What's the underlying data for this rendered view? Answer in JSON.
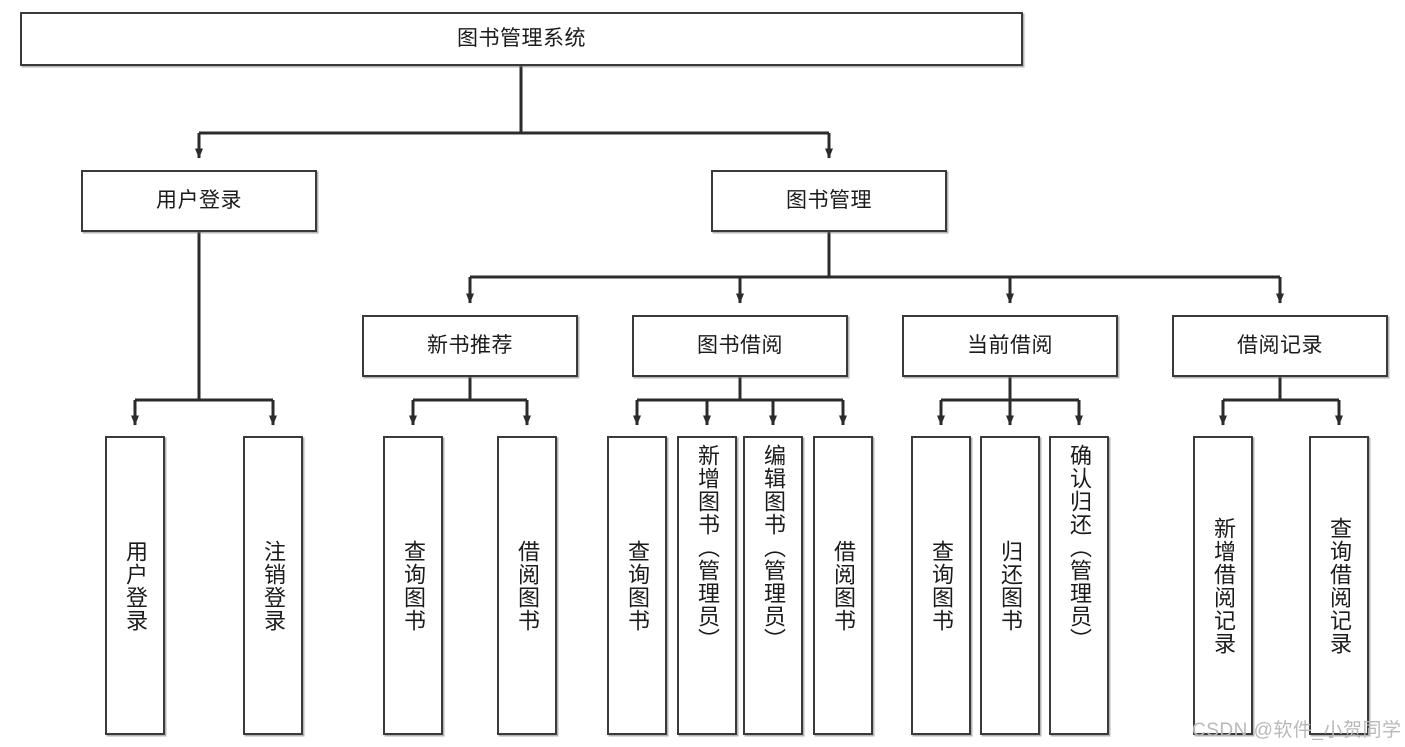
{
  "diagram": {
    "title": "图书管理系统",
    "type": "tree-hierarchy",
    "orientation": "top-down",
    "colors": {
      "box_border": "#3a3a3a",
      "box_fill": "#ffffff",
      "edge": "#2b2b2b",
      "text": "#1b1b1b",
      "watermark": "#b9b9b9"
    }
  },
  "root": {
    "label": "图书管理系统"
  },
  "level2": [
    {
      "label": "用户登录"
    },
    {
      "label": "图书管理"
    }
  ],
  "level3": [
    {
      "label": "新书推荐"
    },
    {
      "label": "图书借阅"
    },
    {
      "label": "当前借阅"
    },
    {
      "label": "借阅记录"
    }
  ],
  "leaves": {
    "user_login": [
      {
        "label": "用户登录"
      },
      {
        "label": "注销登录"
      }
    ],
    "new_book_recommend": [
      {
        "label": "查询图书"
      },
      {
        "label": "借阅图书"
      }
    ],
    "book_borrow": [
      {
        "label": "查询图书"
      },
      {
        "label": "新增图书（管理员）"
      },
      {
        "label": "编辑图书（管理员）"
      },
      {
        "label": "借阅图书"
      }
    ],
    "current_borrow": [
      {
        "label": "查询图书"
      },
      {
        "label": "归还图书"
      },
      {
        "label": "确认归还（管理员）"
      }
    ],
    "borrow_records": [
      {
        "label": "新增借阅记录"
      },
      {
        "label": "查询借阅记录"
      }
    ]
  },
  "watermark": {
    "text": "CSDN @软件_小贺同学"
  }
}
